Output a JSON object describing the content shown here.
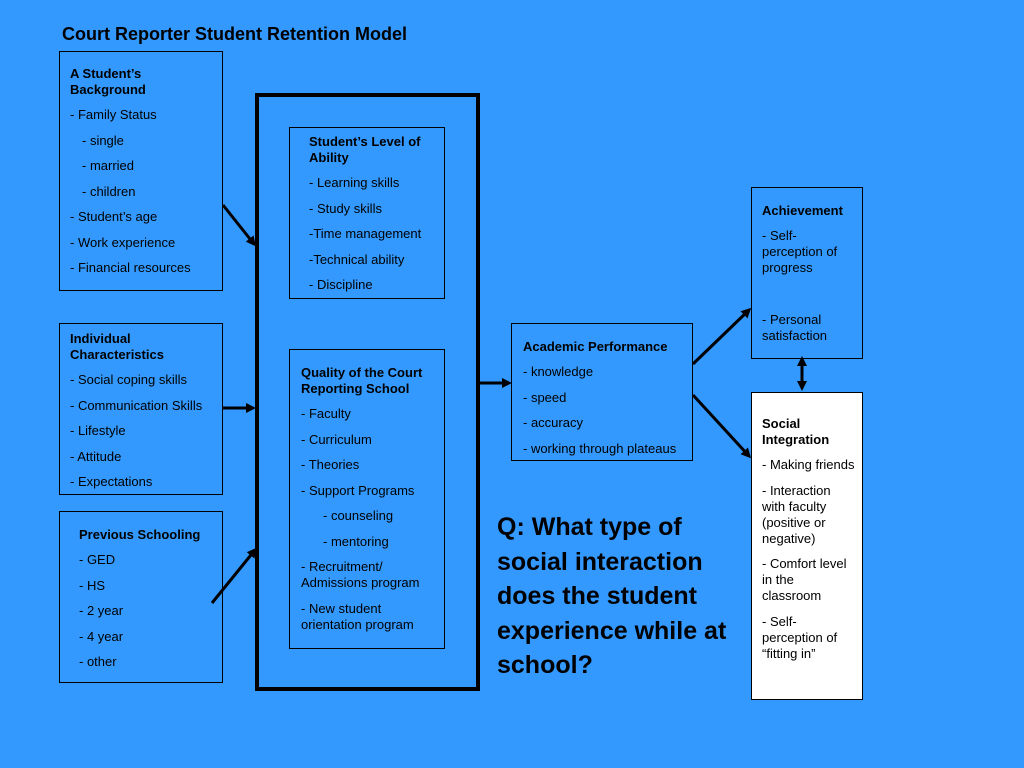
{
  "title": "Court Reporter Student Retention Model",
  "background": {
    "head": "A Student’s Background",
    "lines": [
      "- Family Status",
      "- single",
      "- married",
      "- children",
      "- Student’s age",
      "- Work experience",
      "- Financial resources"
    ]
  },
  "individual": {
    "head": "Individual Characteristics",
    "lines": [
      "- Social coping skills",
      "- Communication Skills",
      "- Lifestyle",
      "- Attitude",
      "- Expectations"
    ]
  },
  "previous": {
    "head": "Previous Schooling",
    "lines": [
      "- GED",
      "- HS",
      "- 2 year",
      "- 4 year",
      "- other"
    ]
  },
  "level": {
    "head": "Student’s Level of Ability",
    "lines": [
      "- Learning skills",
      "- Study skills",
      "-Time management",
      "-Technical ability",
      "- Discipline"
    ]
  },
  "quality": {
    "head": "Quality of the Court Reporting School",
    "lines": [
      "- Faculty",
      "- Curriculum",
      "- Theories",
      "- Support Programs",
      "- counseling",
      "- mentoring",
      "- Recruitment/ Admissions program",
      "- New student orientation program"
    ]
  },
  "academic": {
    "head": "Academic Performance",
    "lines": [
      "- knowledge",
      "- speed",
      "- accuracy",
      "- working through plateaus"
    ]
  },
  "achievement": {
    "head": "Achievement",
    "lines": [
      "- Self-perception of progress",
      "- Personal satisfaction"
    ]
  },
  "social": {
    "head": "Social Integration",
    "lines": [
      "- Making friends",
      "- Interaction with faculty (positive or negative)",
      "- Comfort level in the classroom",
      "- Self-perception of “fitting in”"
    ]
  },
  "question": "Q: What type of social interaction does the student experience while at school?",
  "colors": {
    "background": "#3399ff",
    "social_box": "#ffffff",
    "lines": "#000000"
  }
}
